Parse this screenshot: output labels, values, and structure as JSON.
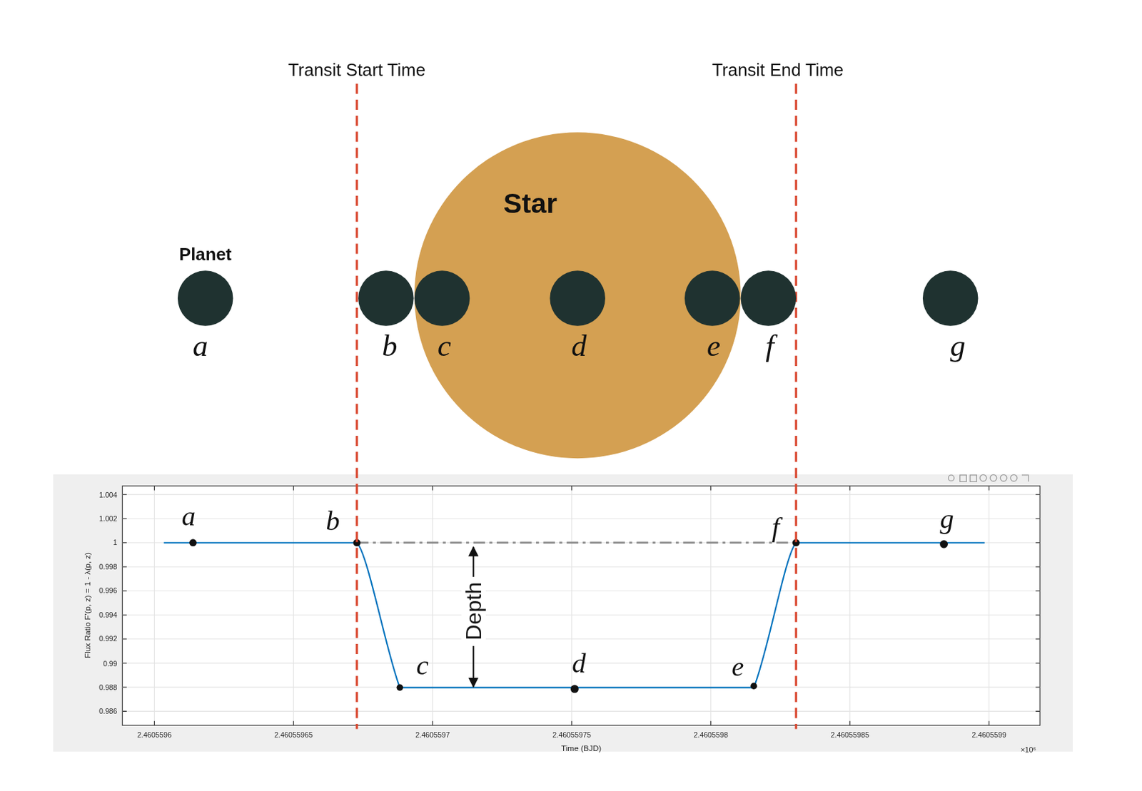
{
  "diagram": {
    "nodes": [
      {
        "text": [
          "Star"
        ]
      },
      {
        "text": [
          "Planet",
          "a"
        ]
      },
      {
        "text": [
          "b"
        ]
      },
      {
        "text": [
          "c"
        ],
        "in": 0
      },
      {
        "text": [
          "d"
        ],
        "in": 0
      },
      {
        "text": [
          "e"
        ],
        "in": 0
      },
      {
        "text": [
          "f"
        ]
      },
      {
        "text": [
          "g"
        ]
      }
    ],
    "labels": [
      "Transit Start Time",
      "Transit End Time",
      "1.004",
      "1.002",
      "1",
      "0.998",
      "0.996",
      "0.994",
      "0.992",
      "0.99",
      "0.988",
      "0.986",
      "2.4605596",
      "2.46055965",
      "2.4605597",
      "2.46055975",
      "2.4605598",
      "2.46055985",
      "2.4605599",
      "×10⁶",
      "Time (BJD)",
      "Flux Ratio F'(p, z) = 1 - λ(p, z)",
      "a",
      "b",
      "c",
      "d",
      "e",
      "f",
      "g",
      "Depth"
    ]
  }
}
